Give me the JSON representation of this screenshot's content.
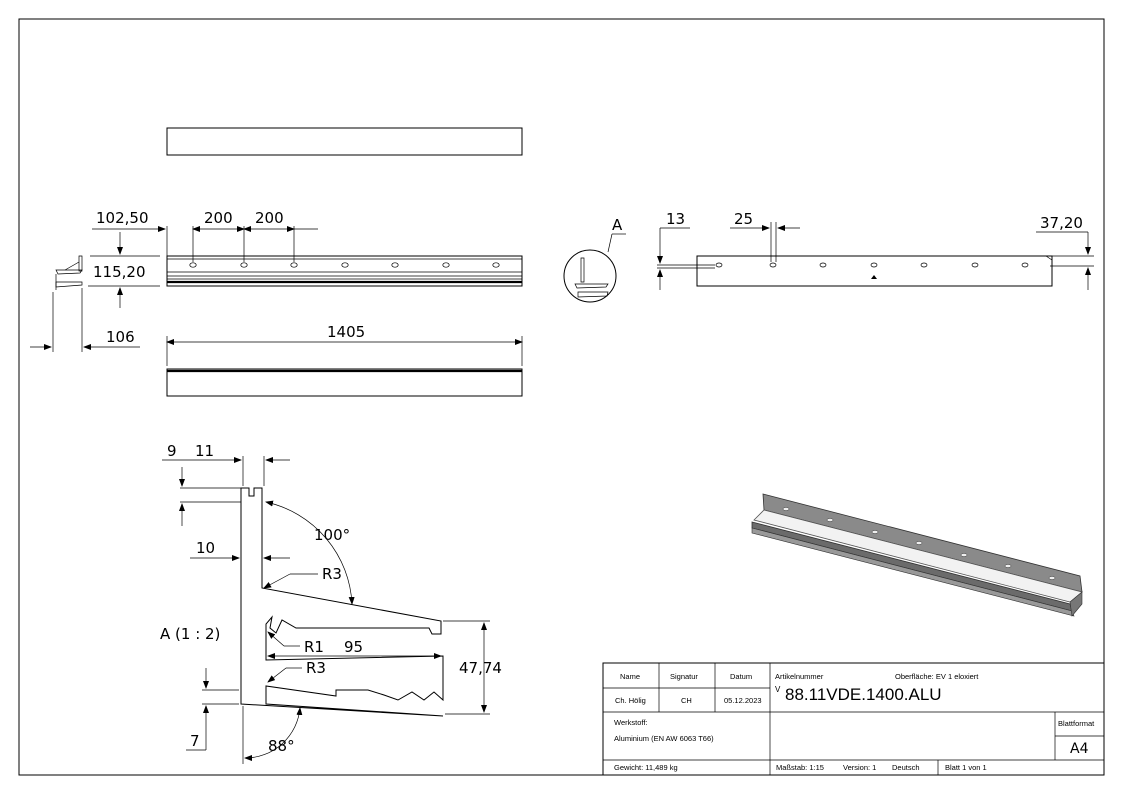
{
  "views": {
    "top_dims": {
      "offset": "102,50",
      "pitch1": "200",
      "pitch2": "200",
      "height": "115,20",
      "depth": "106",
      "length": "1405"
    },
    "right_dims": {
      "end": "13",
      "hole": "25",
      "height": "37,20"
    },
    "detail": {
      "marker": "A",
      "title": "A (1 : 2)"
    },
    "section_dims": {
      "d9": "9",
      "d11": "11",
      "d10": "10",
      "angle100": "100°",
      "r3a": "R3",
      "r1": "R1",
      "w95": "95",
      "r3b": "R3",
      "h47": "47,74",
      "d7": "7",
      "angle88": "88°"
    }
  },
  "title_block": {
    "h_name": "Name",
    "h_signatur": "Signatur",
    "h_datum": "Datum",
    "name": "Ch. Hölig",
    "signatur": "CH",
    "datum": "05.12.2023",
    "artikel_label": "Artikelnummer",
    "oberflaeche": "Oberfläche: EV 1 eloxiert",
    "artikel_prefix": "V",
    "artikel_nr": "88.11VDE.1400.ALU",
    "werkstoff_label": "Werkstoff:",
    "werkstoff": "Aluminium (EN AW 6063 T66)",
    "blattformat_label": "Blattformat",
    "blattformat": "A4",
    "gewicht": "Gewicht: 11,489 kg",
    "massstab": "Maßstab: 1:15",
    "version": "Version: 1",
    "sprache": "Deutsch",
    "blatt": "Blatt 1 von 1"
  }
}
